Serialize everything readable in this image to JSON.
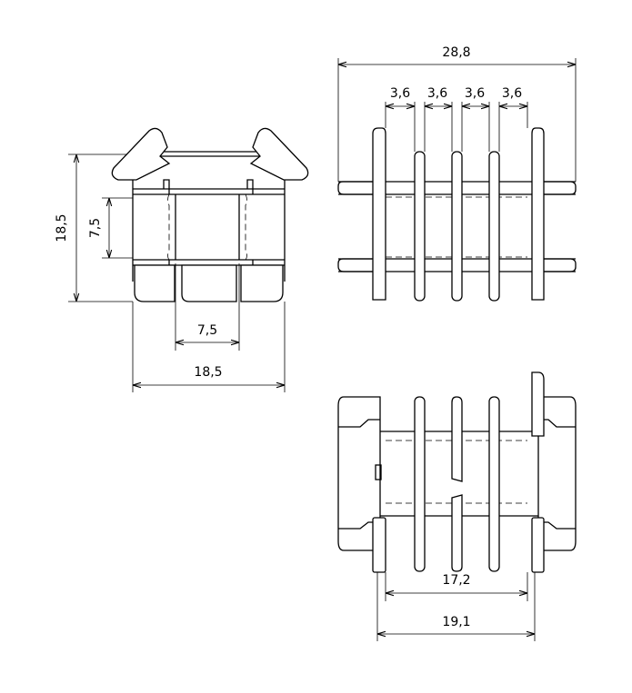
{
  "dimensions": {
    "left_height": "18,5",
    "left_inner_height": "7,5",
    "left_inner_width": "7,5",
    "left_width": "18,5",
    "top_overall_width": "28,8",
    "pitch_1": "3,6",
    "pitch_2": "3,6",
    "pitch_3": "3,6",
    "pitch_4": "3,6",
    "bottom_inner_width": "17,2",
    "bottom_outer_width": "19,1"
  },
  "colors": {
    "line": "#000000",
    "background": "#ffffff"
  }
}
